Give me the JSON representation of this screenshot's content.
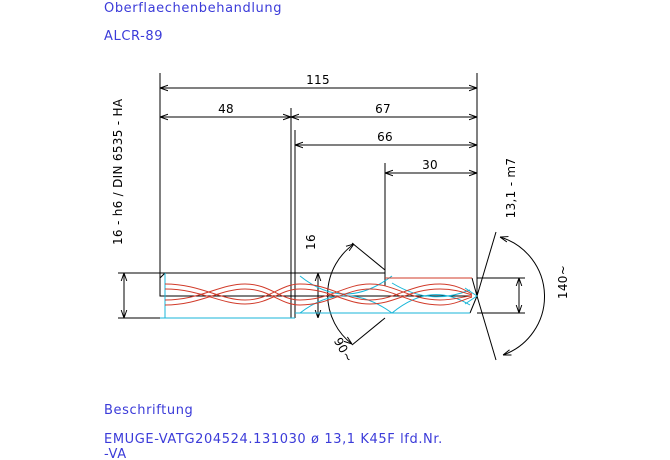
{
  "header": {
    "surface_label": "Oberflaechenbehandlung",
    "coating": "ALCR-89"
  },
  "dimensions": {
    "total_length": "115",
    "shank_length": "48",
    "flute_section": "67",
    "flute_length": "66",
    "cut_length": "30",
    "shank_diameter": "16",
    "cut_diameter": "13,1 - m7",
    "point_angle": "140~",
    "chamfer_angle": "90~",
    "shank_spec": "16 - h6 / DIN 6535 - HA"
  },
  "footer": {
    "inscription_label": "Beschriftung",
    "inscription_line1": "EMUGE-VATG204524.131030 ø 13,1  K45F lfd.Nr.",
    "inscription_line2": "-VA"
  },
  "colors": {
    "label_text": "#3b3bd9",
    "helix": "#d13b2a",
    "hidden_lines": "#19b6d8",
    "dimension_lines": "#000000"
  }
}
